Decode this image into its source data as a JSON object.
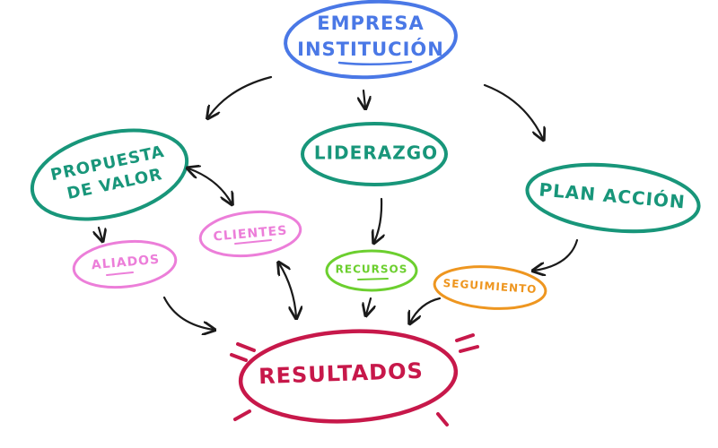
{
  "colors": {
    "blue": "#4a78e6",
    "teal": "#18967a",
    "pink": "#ec7ed9",
    "green": "#6ccf2f",
    "orange": "#ee9620",
    "red": "#c7184a",
    "ink": "#1a1a1a"
  },
  "nodes": {
    "empresa": {
      "line1": "EMPRESA",
      "line2": "INSTITUCIÓN"
    },
    "propuesta": {
      "line1": "PROPUESTA",
      "line2": "DE VALOR"
    },
    "liderazgo": {
      "label": "LIDERAZGO"
    },
    "plan": {
      "label": "PLAN ACCIÓN"
    },
    "clientes": {
      "label": "CLIENTES"
    },
    "aliados": {
      "label": "ALIADOS"
    },
    "recursos": {
      "label": "RECURSOS"
    },
    "seguimiento": {
      "label": "SEGUIMIENTO"
    },
    "resultados": {
      "label": "RESULTADOS"
    }
  }
}
